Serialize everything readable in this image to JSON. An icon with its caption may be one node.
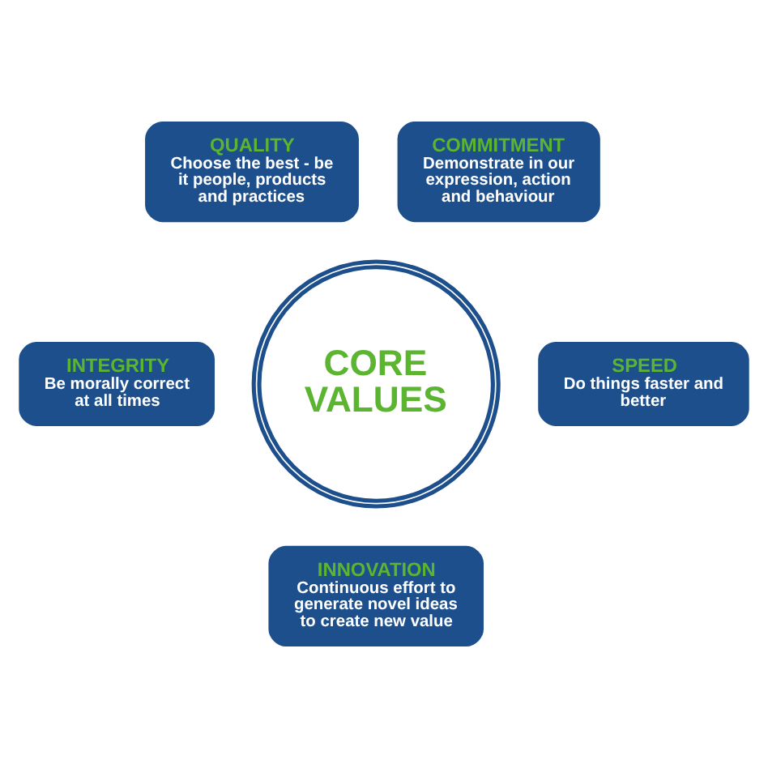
{
  "diagram": {
    "nodes": [
      {
        "text": [
          "QUALITY",
          "Choose the best - be it people, products and practices"
        ]
      },
      {
        "text": [
          "COMMITMENT",
          "Demonstrate in our expression, action and behaviour"
        ]
      },
      {
        "text": [
          "CORE VALUES"
        ]
      },
      {
        "text": [
          "INTEGRITY",
          "Be morally correct at all times"
        ]
      },
      {
        "text": [
          "SPEED",
          "Do things faster and better"
        ]
      },
      {
        "text": [
          "INNOVATION",
          "Continuous effort to generate novel ideas to create new value"
        ]
      }
    ],
    "edges": []
  }
}
